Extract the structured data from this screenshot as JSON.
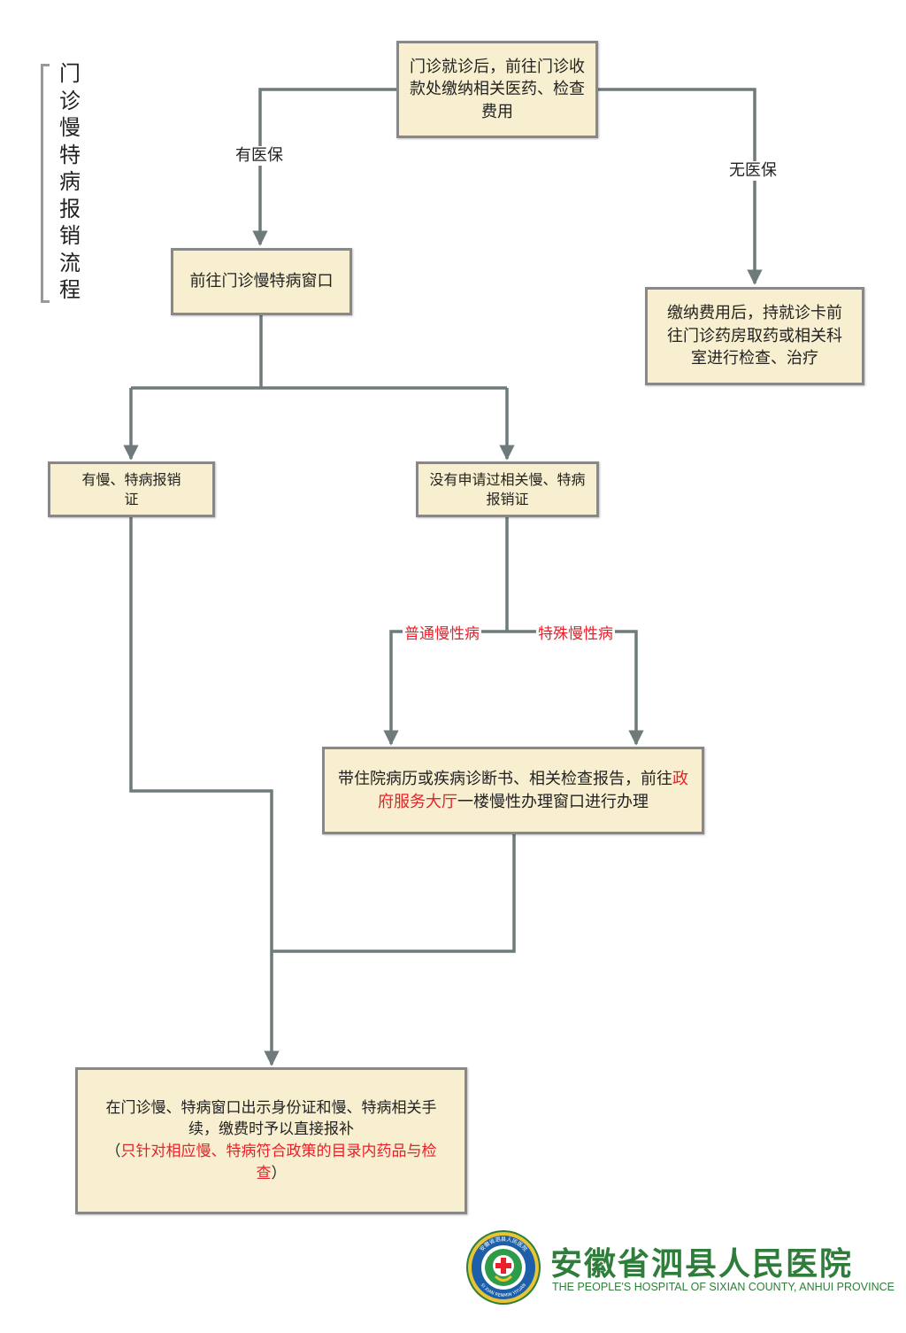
{
  "title_vertical": "门诊慢特病报销流程",
  "steps": {
    "start": "门诊就诊后，前往门诊收款处缴纳相关医药、检查费用",
    "window": "前往门诊慢特病窗口",
    "no_insurance_result": "缴纳费用后，持就诊卡前往门诊药房取药或相关科室进行检查、治疗",
    "has_certificate": "有慢、特病报销证",
    "no_certificate": "没有申请过相关慢、特病报销证",
    "apply_part1": "带住院病历或疾病诊断书、相关检查报告，前往",
    "apply_highlight": "政府服务大厅",
    "apply_part2": "一楼慢性办理窗口进行办理",
    "final_main": "在门诊慢、特病窗口出示身份证和慢、特病相关手续，缴费时予以直接报补",
    "final_paren_open": "（",
    "final_note": "只针对相应慢、特病符合政策的目录内药品与检查",
    "final_paren_close": "）"
  },
  "labels": {
    "with_insurance": "有医保",
    "without_insurance": "无医保",
    "common_chronic": "普通慢性病",
    "special_chronic": "特殊慢性病"
  },
  "logo": {
    "name_cn": "安徽省泗县人民医院",
    "name_en": "THE PEOPLE'S HOSPITAL OF SIXIAN COUNTY, ANHUI PROVINCE",
    "ring_text_top": "安徽省泗县人民医院",
    "ring_text_bottom": "SI XIAN RENMIN YIYUAN"
  },
  "colors": {
    "box_fill": "#f7efcf",
    "box_border": "#888888",
    "connector": "#6f7a7a",
    "highlight": "#e8202a",
    "logo_green": "#2e7d3a",
    "logo_blue": "#1d5fa8"
  }
}
